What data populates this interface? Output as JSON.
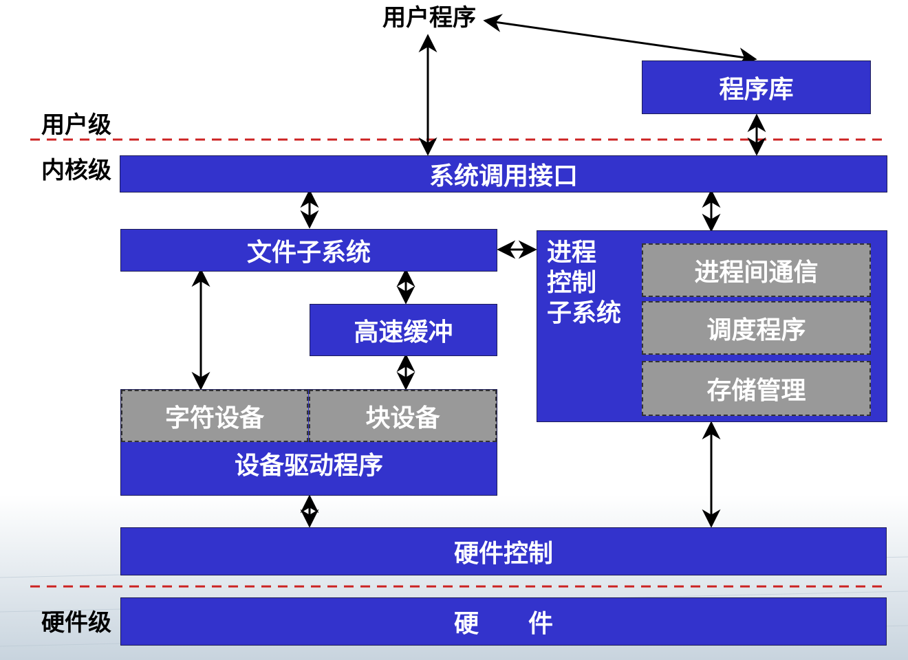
{
  "colors": {
    "box": "#3333cc",
    "gray_box": "#999999",
    "dash_line": "#cc2222",
    "arrow": "#000000"
  },
  "labels": {
    "user_program": "用户程序",
    "user_level": "用户级",
    "kernel_level": "内核级",
    "hardware_level": "硬件级"
  },
  "boxes": {
    "library": "程序库",
    "syscall_interface": "系统调用接口",
    "file_subsystem": "文件子系统",
    "buffer_cache": "高速缓冲",
    "char_device": "字符设备",
    "block_device": "块设备",
    "device_driver": "设备驱动程序",
    "hardware_control": "硬件控制",
    "hardware": "硬　　件"
  },
  "process_subsystem": {
    "title_lines": [
      "进程",
      "控制",
      "子系统"
    ],
    "ipc": "进程间通信",
    "scheduler": "调度程序",
    "memory_mgmt": "存储管理"
  }
}
